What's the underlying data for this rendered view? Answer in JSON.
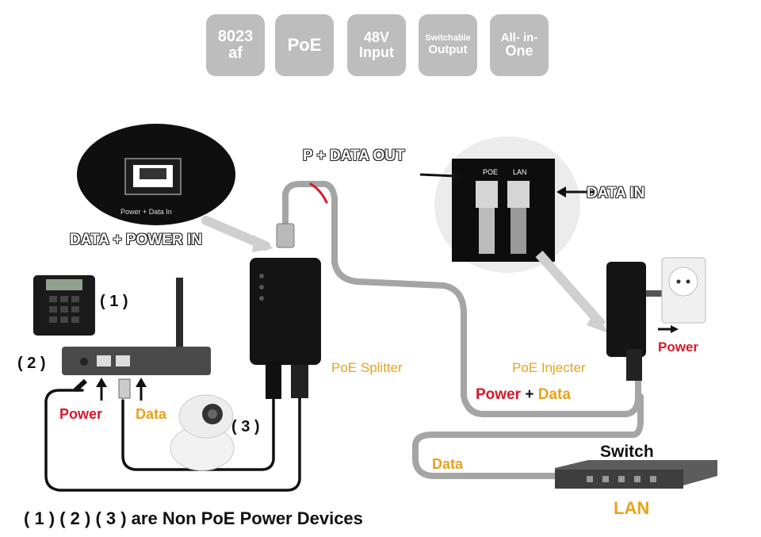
{
  "badges": [
    {
      "line1": "8023",
      "line2": "af"
    },
    {
      "line1": "PoE",
      "line2": ""
    },
    {
      "line1": "48V",
      "line2": "Input"
    },
    {
      "line1": "Switchable",
      "line2": "Output"
    },
    {
      "line1": "All- in-",
      "line2": "One"
    }
  ],
  "callouts": {
    "data_power_in": "DATA + POWER IN",
    "p_data_out": "P + DATA OUT",
    "data_in": "DATA IN",
    "port_caption": "Power + Data In",
    "poe_port": "POE",
    "lan_port": "LAN"
  },
  "devices": {
    "phone_num": "( 1 )",
    "router_num": "( 2 )",
    "camera_num": "( 3 )",
    "splitter": "PoE Splitter",
    "injector": "PoE Injecter",
    "switch": "Switch"
  },
  "labels": {
    "power_left": "Power",
    "data_left": "Data",
    "power_right": "Power",
    "power_data_power": "Power",
    "power_data_plus": "+",
    "power_data_data": "Data",
    "data_bottom": "Data",
    "lan": "LAN"
  },
  "footer": "( 1 ) ( 2 ) ( 3 ) are Non PoE Power Devices",
  "colors": {
    "badge_bg": "#bdbdbd",
    "orange": "#e8a21b",
    "red": "#d8172b",
    "cable": "#9a9a9a"
  }
}
